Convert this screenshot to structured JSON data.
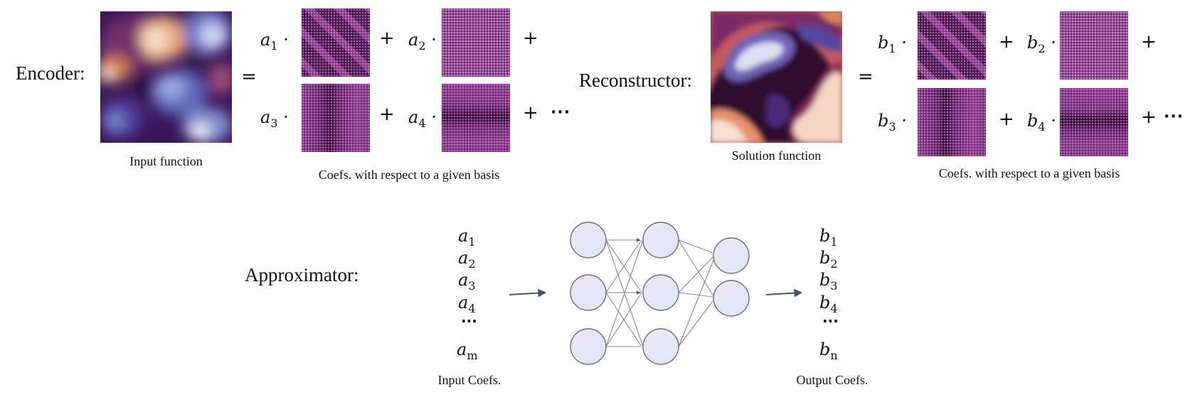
{
  "encoder": {
    "label": "Encoder:",
    "equals": "=",
    "caption_input": "Input function",
    "caption_coefs": "Coefs. with respect to a given basis",
    "coef_letter": "a",
    "subs": [
      "1",
      "2",
      "3",
      "4"
    ],
    "dot": "·",
    "plus": "+",
    "ellipsis": "···"
  },
  "reconstructor": {
    "label": "Reconstructor:",
    "equals": "=",
    "caption_solution": "Solution function",
    "caption_coefs": "Coefs. with respect to a given basis",
    "coef_letter": "b",
    "subs": [
      "1",
      "2",
      "3",
      "4"
    ],
    "dot": "·",
    "plus": "+",
    "ellipsis": "···"
  },
  "approximator": {
    "label": "Approximator:",
    "input_letter": "a",
    "input_subs": [
      "1",
      "2",
      "3",
      "4",
      "m"
    ],
    "output_letter": "b",
    "output_subs": [
      "1",
      "2",
      "3",
      "4",
      "n"
    ],
    "vdots": "···",
    "caption_input": "Input Coefs.",
    "caption_output": "Output Coefs.",
    "network_layers": [
      3,
      3,
      2
    ],
    "node_fill": "#e6eaf9",
    "node_stroke": "#707070",
    "arrow_color": "#4a5468"
  }
}
